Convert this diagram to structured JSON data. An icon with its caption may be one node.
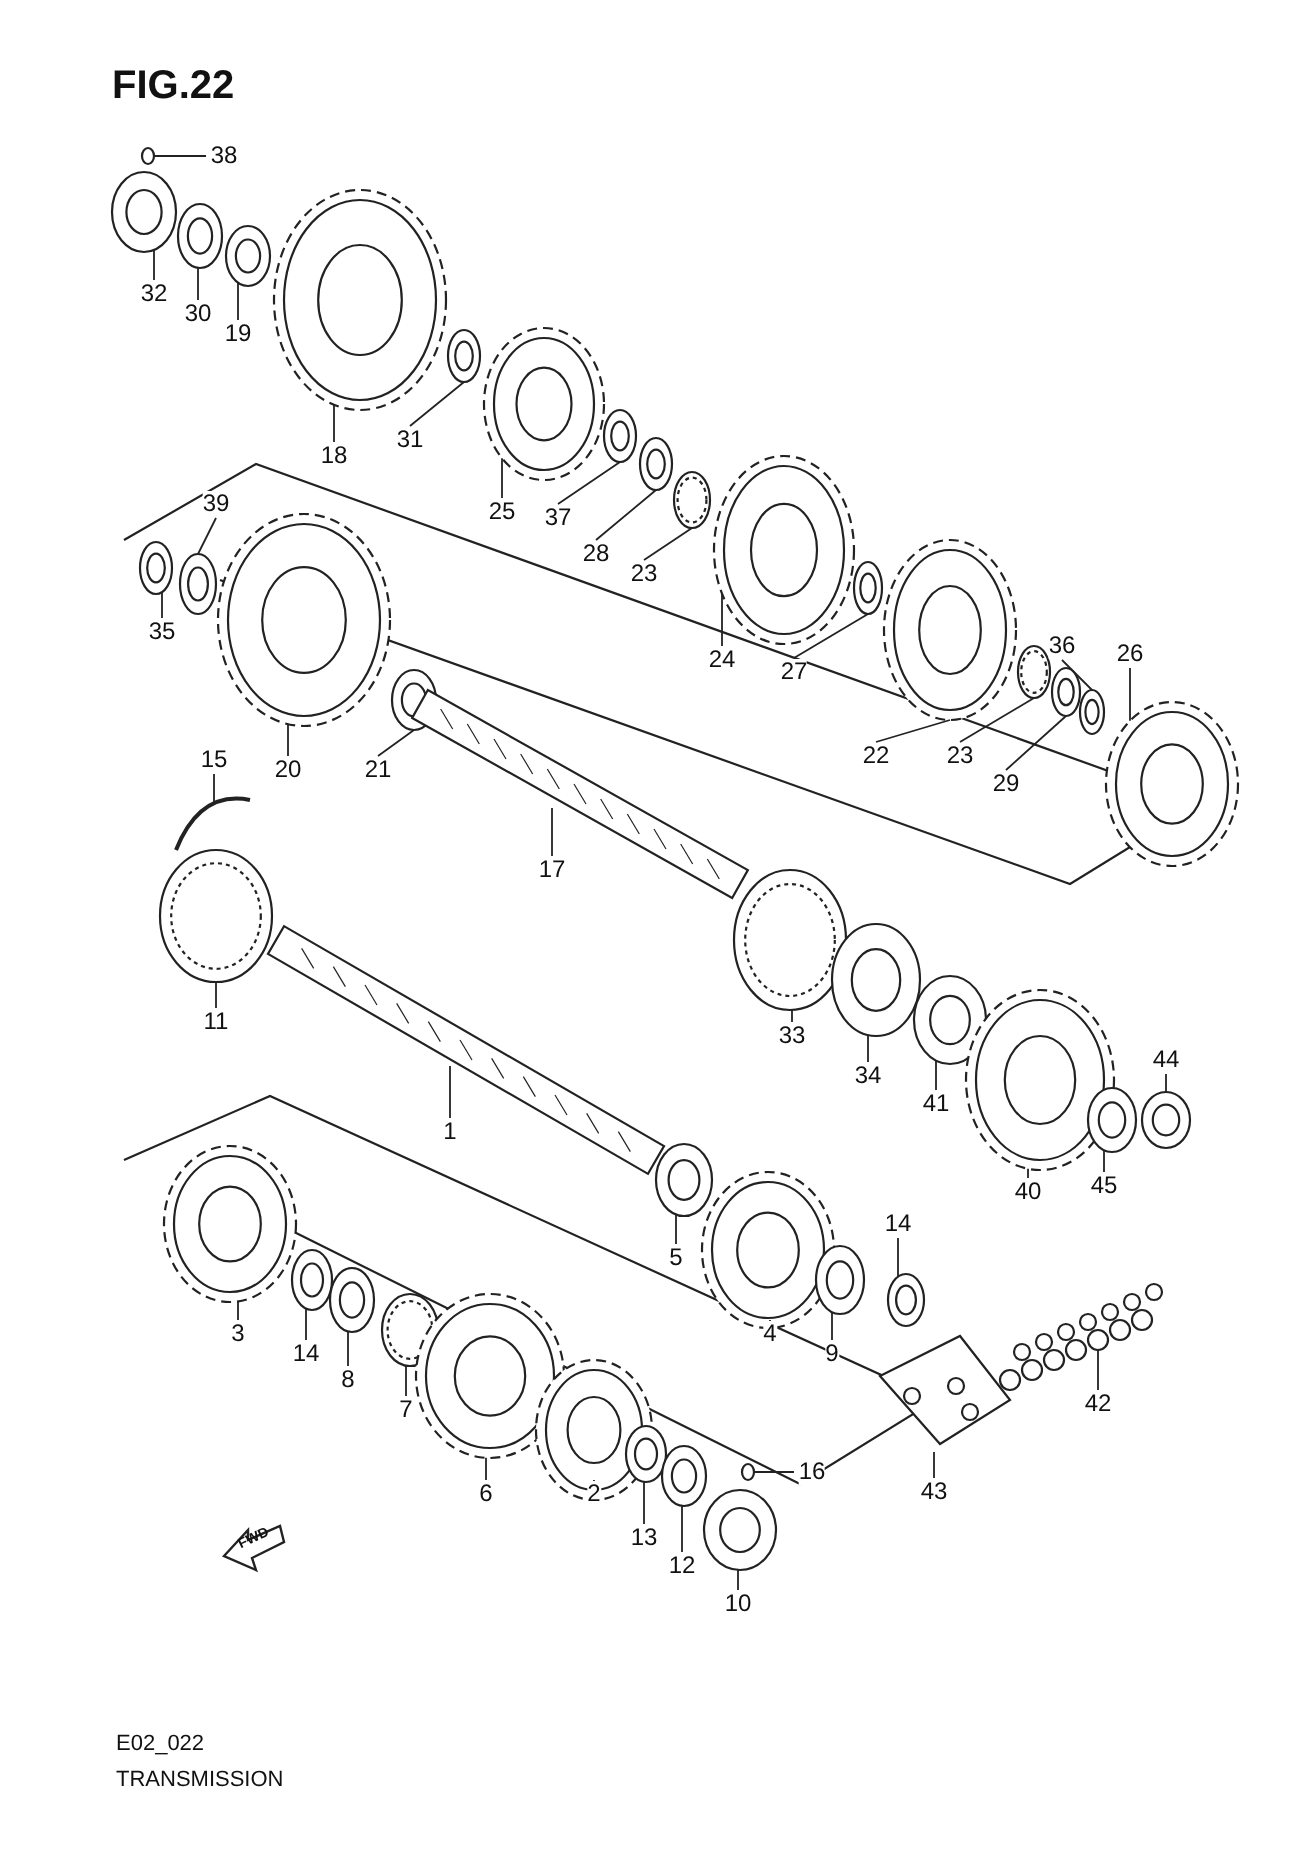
{
  "diagram": {
    "title": "FIG.22",
    "nodes": [
      {
        "text": [
          "38"
        ]
      },
      {
        "text": [
          "32"
        ]
      },
      {
        "text": [
          "30"
        ]
      },
      {
        "text": [
          "19"
        ]
      },
      {
        "text": [
          "18"
        ]
      },
      {
        "text": [
          "31"
        ]
      },
      {
        "text": [
          "25"
        ]
      },
      {
        "text": [
          "37"
        ]
      },
      {
        "text": [
          "28"
        ]
      },
      {
        "text": [
          "23"
        ]
      },
      {
        "text": [
          "39"
        ]
      },
      {
        "text": [
          "35"
        ]
      },
      {
        "text": [
          "24"
        ]
      },
      {
        "text": [
          "27"
        ]
      },
      {
        "text": [
          "36"
        ]
      },
      {
        "text": [
          "26"
        ]
      },
      {
        "text": [
          "20"
        ]
      },
      {
        "text": [
          "21"
        ]
      },
      {
        "text": [
          "22"
        ]
      },
      {
        "text": [
          "23"
        ]
      },
      {
        "text": [
          "29"
        ]
      },
      {
        "text": [
          "15"
        ]
      },
      {
        "text": [
          "17"
        ]
      },
      {
        "text": [
          "11"
        ]
      },
      {
        "text": [
          "33"
        ]
      },
      {
        "text": [
          "34"
        ]
      },
      {
        "text": [
          "41"
        ]
      },
      {
        "text": [
          "1"
        ]
      },
      {
        "text": [
          "44"
        ]
      },
      {
        "text": [
          "40"
        ]
      },
      {
        "text": [
          "45"
        ]
      },
      {
        "text": [
          "5"
        ]
      },
      {
        "text": [
          "14"
        ]
      },
      {
        "text": [
          "3"
        ]
      },
      {
        "text": [
          "14"
        ]
      },
      {
        "text": [
          "4"
        ]
      },
      {
        "text": [
          "9"
        ]
      },
      {
        "text": [
          "8"
        ]
      },
      {
        "text": [
          "7"
        ]
      },
      {
        "text": [
          "42"
        ]
      },
      {
        "text": [
          "6"
        ]
      },
      {
        "text": [
          "2"
        ]
      },
      {
        "text": [
          "43"
        ]
      },
      {
        "text": [
          "16"
        ]
      },
      {
        "text": [
          "13"
        ]
      },
      {
        "text": [
          "12"
        ]
      },
      {
        "text": [
          "10"
        ]
      },
      {
        "text": [],
        "shape": "picture"
      },
      {
        "text": [],
        "shape": "picture"
      },
      {
        "text": [],
        "shape": "picture"
      },
      {
        "text": [],
        "shape": "picture"
      },
      {
        "text": [],
        "shape": "picture"
      },
      {
        "text": [],
        "shape": "picture"
      },
      {
        "text": [],
        "shape": "picture"
      },
      {
        "text": [],
        "shape": "picture"
      },
      {
        "text": [],
        "shape": "picture"
      },
      {
        "text": [],
        "shape": "picture"
      },
      {
        "text": [],
        "shape": "picture"
      },
      {
        "text": [],
        "shape": "picture"
      },
      {
        "text": [],
        "shape": "picture"
      },
      {
        "text": [],
        "shape": "picture"
      },
      {
        "text": [],
        "shape": "picture"
      },
      {
        "text": [],
        "shape": "picture"
      },
      {
        "text": [],
        "shape": "picture"
      },
      {
        "text": [],
        "shape": "picture"
      },
      {
        "text": [],
        "shape": "picture"
      },
      {
        "text": [],
        "shape": "picture"
      },
      {
        "text": [],
        "shape": "picture"
      },
      {
        "text": [],
        "shape": "picture"
      },
      {
        "text": [],
        "shape": "picture"
      },
      {
        "text": [],
        "shape": "picture"
      },
      {
        "text": [],
        "shape": "picture"
      },
      {
        "text": [],
        "shape": "picture"
      },
      {
        "text": [],
        "shape": "picture"
      },
      {
        "text": [],
        "shape": "picture"
      },
      {
        "text": [],
        "shape": "picture"
      },
      {
        "text": [],
        "shape": "picture"
      },
      {
        "text": [],
        "shape": "picture"
      },
      {
        "text": [],
        "shape": "picture"
      },
      {
        "text": [],
        "shape": "picture"
      },
      {
        "text": [],
        "shape": "picture"
      },
      {
        "text": [],
        "shape": "picture"
      },
      {
        "text": [],
        "shape": "picture"
      },
      {
        "text": [],
        "shape": "picture"
      },
      {
        "text": [],
        "shape": "picture"
      },
      {
        "text": [],
        "shape": "picture"
      },
      {
        "text": [],
        "shape": "picture"
      },
      {
        "text": [],
        "shape": "picture"
      },
      {
        "text": [],
        "shape": "picture"
      },
      {
        "text": [],
        "shape": "picture"
      },
      {
        "text": [],
        "shape": "picture"
      },
      {
        "text": [],
        "shape": "picture"
      },
      {
        "text": [],
        "shape": "picture"
      },
      {
        "text": [],
        "shape": "picture"
      }
    ],
    "edges": [
      {
        "from": 0,
        "to": 47,
        "arrow": "none"
      },
      {
        "from": 1,
        "to": 48,
        "arrow": "none"
      },
      {
        "from": 2,
        "to": 49,
        "arrow": "none"
      },
      {
        "from": 3,
        "to": 50,
        "arrow": "none"
      },
      {
        "from": 4,
        "to": 51,
        "arrow": "none"
      },
      {
        "from": 5,
        "to": 52,
        "arrow": "none"
      },
      {
        "from": 6,
        "to": 53,
        "arrow": "none"
      },
      {
        "from": 7,
        "to": 54,
        "arrow": "none"
      },
      {
        "from": 8,
        "to": 55,
        "arrow": "none"
      },
      {
        "from": 9,
        "to": 56,
        "arrow": "none"
      },
      {
        "from": 10,
        "to": 57,
        "arrow": "none"
      },
      {
        "from": 11,
        "to": 58,
        "arrow": "none"
      },
      {
        "from": 12,
        "to": 59,
        "arrow": "none"
      },
      {
        "from": 13,
        "to": 60,
        "arrow": "none"
      },
      {
        "from": 14,
        "to": 61,
        "arrow": "none"
      },
      {
        "from": 15,
        "to": 62,
        "arrow": "none"
      },
      {
        "from": 16,
        "to": 63,
        "arrow": "none"
      },
      {
        "from": 17,
        "to": 64,
        "arrow": "none"
      },
      {
        "from": 18,
        "to": 65,
        "arrow": "none"
      },
      {
        "from": 19,
        "to": 66,
        "arrow": "none"
      },
      {
        "from": 20,
        "to": 67,
        "arrow": "none"
      },
      {
        "from": 21,
        "to": 68,
        "arrow": "none"
      },
      {
        "from": 22,
        "to": 69,
        "arrow": "none"
      },
      {
        "from": 23,
        "to": 70,
        "arrow": "none"
      },
      {
        "from": 24,
        "to": 71,
        "arrow": "none"
      },
      {
        "from": 25,
        "to": 72,
        "arrow": "none"
      },
      {
        "from": 26,
        "to": 73,
        "arrow": "none"
      },
      {
        "from": 27,
        "to": 74,
        "arrow": "none"
      },
      {
        "from": 28,
        "to": 75,
        "arrow": "none"
      },
      {
        "from": 29,
        "to": 76,
        "arrow": "none"
      },
      {
        "from": 30,
        "to": 77,
        "arrow": "none"
      },
      {
        "from": 31,
        "to": 78,
        "arrow": "none"
      },
      {
        "from": 32,
        "to": 79,
        "arrow": "none"
      },
      {
        "from": 33,
        "to": 80,
        "arrow": "none"
      },
      {
        "from": 34,
        "to": 81,
        "arrow": "none"
      },
      {
        "from": 35,
        "to": 82,
        "arrow": "none"
      },
      {
        "from": 36,
        "to": 83,
        "arrow": "none"
      },
      {
        "from": 37,
        "to": 84,
        "arrow": "none"
      },
      {
        "from": 38,
        "to": 85,
        "arrow": "none"
      },
      {
        "from": 39,
        "to": 86,
        "arrow": "none"
      },
      {
        "from": 40,
        "to": 87,
        "arrow": "none"
      },
      {
        "from": 41,
        "to": 88,
        "arrow": "none"
      },
      {
        "from": 42,
        "to": 89,
        "arrow": "none"
      },
      {
        "from": 43,
        "to": 90,
        "arrow": "none"
      },
      {
        "from": 44,
        "to": 91,
        "arrow": "none"
      },
      {
        "from": 45,
        "to": 92,
        "arrow": "none"
      },
      {
        "from": 46,
        "to": 93,
        "arrow": "none"
      }
    ],
    "labels": [
      "FWD",
      "E02_022",
      "TRANSMISSION"
    ]
  }
}
